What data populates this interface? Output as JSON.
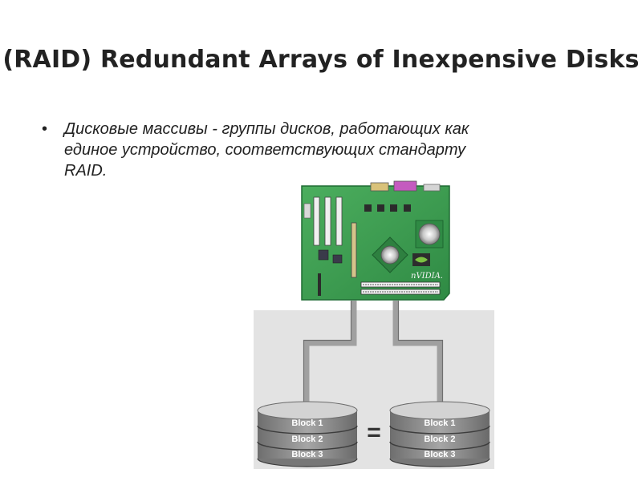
{
  "slide": {
    "title": "(RAID) Redundant Arrays of Inexpensive Disks",
    "bullet_lines": [
      "Дисковые массивы - группы дисков, работающих как",
      "единое устройство, соответствующих стандарту",
      "RAID."
    ],
    "bullet_char": "•"
  },
  "diagram": {
    "board_brand": "nVIDIA.",
    "equals_sign": "=",
    "left_disk_blocks": [
      "Block 1",
      "Block 2",
      "Block 3"
    ],
    "right_disk_blocks": [
      "Block 1",
      "Block 2",
      "Block 3"
    ],
    "colors": {
      "board_green": "#3a9a4e",
      "board_edge": "#1e6b33",
      "panel_gray": "#e2e2e2",
      "cable_gray": "#9a9a9a",
      "disk_gray": "#8c8c8c",
      "disk_dark": "#4a4a4a"
    }
  }
}
